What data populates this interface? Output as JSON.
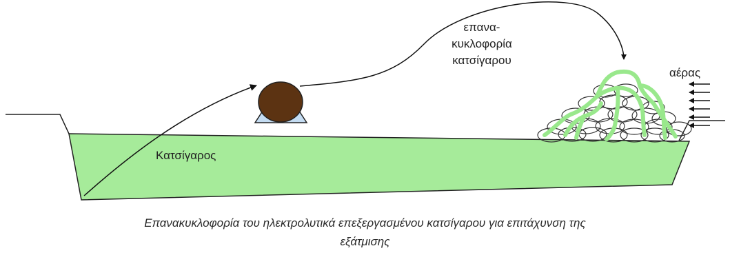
{
  "diagram": {
    "pond_label": "Κατσίγαρος",
    "recirculation_label_lines": [
      "επανα-",
      "κυκλοφορία",
      "κατσίγαρου"
    ],
    "air_label": "αέρας",
    "caption_lines": [
      "Επανακυκλοφορία του ηλεκτρολυτικά επεξεργασμένου κατσίγαρου για επιτάχυνση της",
      "εξάτμισης"
    ]
  },
  "colors": {
    "liquid": "#a6eb9a",
    "pipe_on_pile": "#99e88c",
    "pump_body": "#5c3312",
    "pump_base": "#c4dcf2",
    "outline": "#222222"
  }
}
